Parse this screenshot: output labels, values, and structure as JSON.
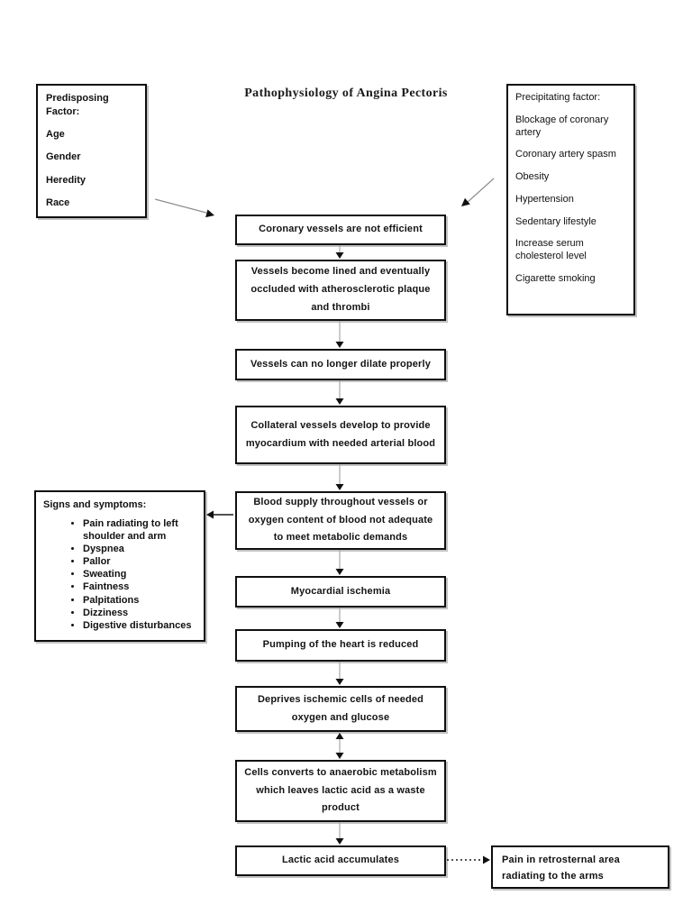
{
  "title": "Pathophysiology of Angina Pectoris",
  "predisposing": {
    "heading": "Predisposing Factor:",
    "items": [
      "Age",
      "Gender",
      "Heredity",
      "Race"
    ]
  },
  "precipitating": {
    "heading": "Precipitating factor:",
    "items": [
      "Blockage of coronary artery",
      "Coronary artery spasm",
      "Obesity",
      "Hypertension",
      "Sedentary lifestyle",
      "Increase serum cholesterol level",
      "Cigarette smoking"
    ]
  },
  "signs": {
    "heading": "Signs and symptoms:",
    "items": [
      "Pain radiating to left shoulder and arm",
      "Dyspnea",
      "Pallor",
      "Sweating",
      "Faintness",
      "Palpitations",
      "Dizziness",
      "Digestive disturbances"
    ]
  },
  "flow": [
    "Coronary vessels are not efficient",
    "Vessels become lined and eventually occluded with atherosclerotic plaque and thrombi",
    "Vessels can no longer dilate properly",
    "Collateral vessels develop to provide myocardium with needed arterial blood",
    "Blood supply throughout vessels or oxygen content of blood not adequate to meet metabolic demands",
    "Myocardial ischemia",
    "Pumping of the heart is reduced",
    "Deprives ischemic cells of needed oxygen and glucose",
    "Cells converts to anaerobic metabolism which leaves lactic acid as a waste product",
    "Lactic acid accumulates"
  ],
  "outcome": "Pain in retrosternal area radiating to the arms",
  "colors": {
    "background": "#ffffff",
    "box_border": "#0d0d0d",
    "connector_line": "#a8a8a8",
    "arrowhead": "#111111",
    "diagonal_line": "#8f8f8f"
  }
}
